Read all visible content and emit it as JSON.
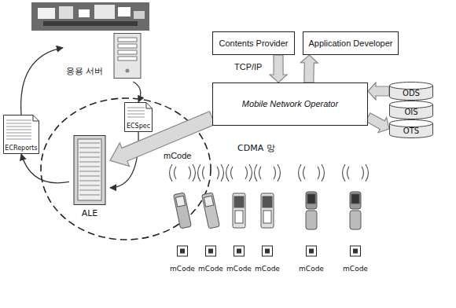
{
  "diagram": {
    "nodes": [
      {
        "text": [
          "응용 서버"
        ]
      },
      {
        "text": [
          "ECSpec"
        ]
      },
      {
        "text": [
          "ALE"
        ]
      },
      {
        "text": [
          "ECReports"
        ]
      },
      {
        "text": [
          "Contents Provider"
        ]
      },
      {
        "text": [
          "Application Developer"
        ]
      },
      {
        "text": [
          "Mobile Network Operator"
        ]
      },
      {
        "text": [
          "ODS"
        ]
      },
      {
        "text": [
          "OIS"
        ]
      },
      {
        "text": [
          "OTS"
        ]
      },
      {
        "text": [
          "mCode"
        ]
      },
      {
        "text": [
          "mCode"
        ]
      },
      {
        "text": [
          "mCode"
        ]
      },
      {
        "text": [
          "mCode"
        ]
      },
      {
        "text": [
          "mCode"
        ]
      },
      {
        "text": [
          "mCode"
        ]
      }
    ],
    "edges": [
      {
        "from": 0,
        "to": 1,
        "arrow": "to"
      },
      {
        "from": 1,
        "to": 2,
        "arrow": "to"
      },
      {
        "from": 2,
        "to": 3,
        "arrow": "to"
      },
      {
        "from": 3,
        "to": 0,
        "arrow": "to"
      },
      {
        "from": 4,
        "to": 6,
        "arrow": "to",
        "label": "TCP/IP"
      },
      {
        "from": 6,
        "to": 5,
        "arrow": "to"
      },
      {
        "from": 6,
        "to": 2,
        "arrow": "to",
        "label": "mCode"
      },
      {
        "from": 7,
        "to": 6,
        "arrow": "to"
      },
      {
        "from": 6,
        "to": 9,
        "arrow": "to"
      }
    ],
    "labels": [
      "CDMA 망"
    ]
  }
}
